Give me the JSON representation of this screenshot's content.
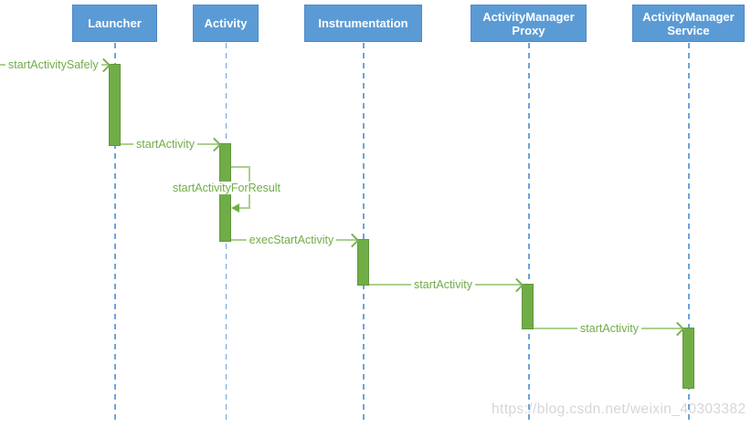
{
  "diagram": {
    "type": "uml-sequence",
    "description": "Android activity start flow sequence diagram"
  },
  "lifelines": [
    {
      "label": "Launcher"
    },
    {
      "label": "Activity"
    },
    {
      "label": "Instrumentation"
    },
    {
      "label": "ActivityManager Proxy"
    },
    {
      "label": "ActivityManager Service"
    }
  ],
  "messages": [
    {
      "label": "startActivitySafely",
      "from": "external",
      "to": "Launcher",
      "type": "call"
    },
    {
      "label": "startActivity",
      "from": "Launcher",
      "to": "Activity",
      "type": "call"
    },
    {
      "label": "startActivityForResult",
      "from": "Activity",
      "to": "Activity",
      "type": "self-call"
    },
    {
      "label": "execStartActivity",
      "from": "Activity",
      "to": "Instrumentation",
      "type": "call"
    },
    {
      "label": "startActivity",
      "from": "Instrumentation",
      "to": "ActivityManager Proxy",
      "type": "call"
    },
    {
      "label": "startActivity",
      "from": "ActivityManager Proxy",
      "to": "ActivityManager Service",
      "type": "call"
    }
  ],
  "watermark": {
    "text": "https://blog.csdn.net/weixin_40303382"
  },
  "colors": {
    "header_fill": "#5b9bd5",
    "header_text": "#ffffff",
    "lifeline": "#6fa3d8",
    "activation_bar": "#70ad47",
    "message_line": "#a9d18e",
    "message_text": "#70ad47",
    "watermark": "#d6d6d6"
  }
}
